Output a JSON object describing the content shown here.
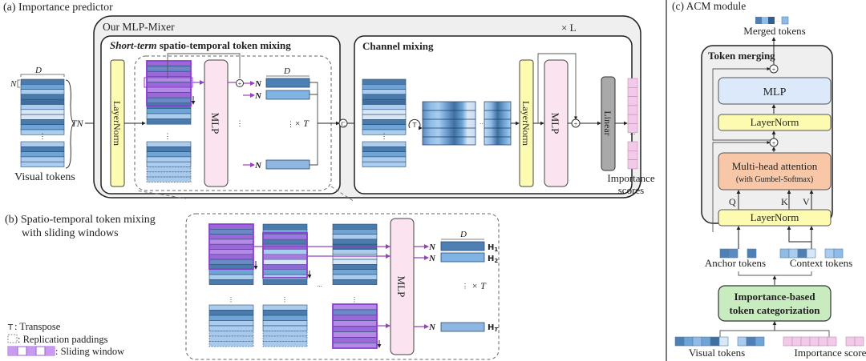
{
  "panel_a": {
    "title": "(a) Importance predictor",
    "mixer_title": "Our MLP-Mixer",
    "repeat_label": "× L",
    "short_term_italic": "Short-term",
    "short_term_rest": " spatio-temporal token mixing",
    "channel_mixing": "Channel mixing",
    "layernorm": "LayerNorm",
    "mlp": "MLP",
    "linear": "Linear",
    "visual_tokens": "Visual tokens",
    "importance_scores_line1": "Importance",
    "importance_scores_line2": "scores",
    "dim_D": "D",
    "dim_N": "N",
    "dim_TN": "TN",
    "times_T": "× T",
    "concat_symbol": "C",
    "transpose_symbol": "T",
    "plus_symbol": "+",
    "vdots": "⋮",
    "hdots": "···"
  },
  "panel_b": {
    "title_line1": "(b) Spatio-temporal token mixing",
    "title_line2": "with sliding windows",
    "mlp": "MLP",
    "dim_D": "D",
    "dim_N": "N",
    "times_T": "× T",
    "h1": "H",
    "h1_sub": "1",
    "h2": "H",
    "h2_sub": "2",
    "hT": "H",
    "hT_sub": "T",
    "hdots": "···",
    "vdots": "⋮"
  },
  "legend": {
    "transpose_symbol": "T",
    "transpose_label": ": Transpose",
    "padding_label": ": Replication paddings",
    "sliding_label": ": Sliding window"
  },
  "panel_c": {
    "title": "(c) ACM module",
    "merged_tokens": "Merged tokens",
    "token_merging": "Token merging",
    "mlp": "MLP",
    "layernorm_top": "LayerNorm",
    "mha_line1": "Multi-head attention",
    "mha_line2": "(with Gumbel-Softmax)",
    "q": "Q",
    "k": "K",
    "v": "V",
    "layernorm_bottom": "LayerNorm",
    "anchor_tokens": "Anchor tokens",
    "context_tokens": "Context tokens",
    "categorization_line1": "Importance-based",
    "categorization_line2": "token categorization",
    "visual_tokens": "Visual tokens",
    "importance_scores": "Importance scores",
    "plus_symbol": "+",
    "hdots": "···"
  },
  "colors": {
    "layernorm_fill": "#fdfbb0",
    "mlp_fill": "#fbe3f0",
    "linear_fill": "#a9a9a9",
    "score_fill": "#f3c9ea",
    "sliding_window": "#9a5fd6",
    "mha_fill": "#f8c7a8",
    "mlp_c_fill": "#dce9fb",
    "categorization_fill": "#c9ebc0",
    "panel_bg": "#efefef",
    "token_dark": "#4b7bac",
    "token_mid": "#6ea4d6",
    "token_light": "#a9ccef",
    "token_pale": "#d8e7f6"
  }
}
